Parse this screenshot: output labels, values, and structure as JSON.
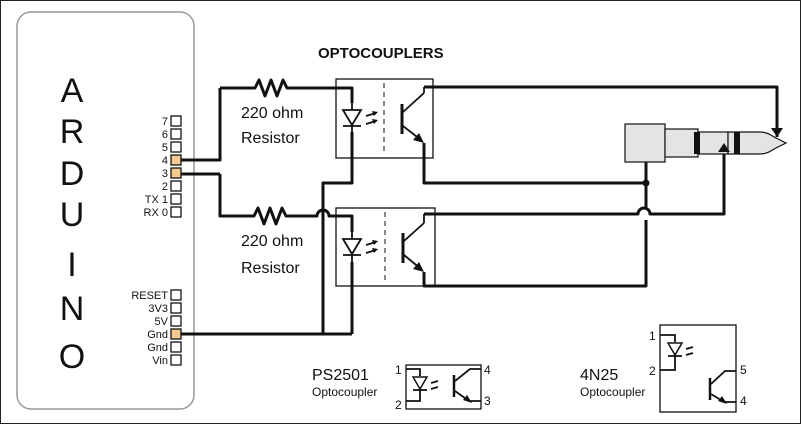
{
  "arduino": {
    "letters": [
      "A",
      "R",
      "D",
      "U",
      "I",
      "N",
      "O"
    ],
    "digital_pins": [
      "7",
      "6",
      "5",
      "4",
      "3",
      "2",
      "TX 1",
      "RX 0"
    ],
    "power_pins": [
      "RESET",
      "3V3",
      "5V",
      "Gnd",
      "Gnd",
      "Vin"
    ],
    "highlight_color": "#f5c990"
  },
  "title": "OPTOCOUPLERS",
  "resistor_top": {
    "value": "220 ohm",
    "name": "Resistor"
  },
  "resistor_bottom": {
    "value": "220 ohm",
    "name": "Resistor"
  },
  "ps2501": {
    "name": "PS2501",
    "type": "Optocoupler",
    "pins": [
      "1",
      "2",
      "3",
      "4"
    ]
  },
  "n4n25": {
    "name": "4N25",
    "type": "Optocoupler",
    "pins": [
      "1",
      "2",
      "4",
      "5"
    ]
  },
  "jack_color": "#e4e4e4"
}
